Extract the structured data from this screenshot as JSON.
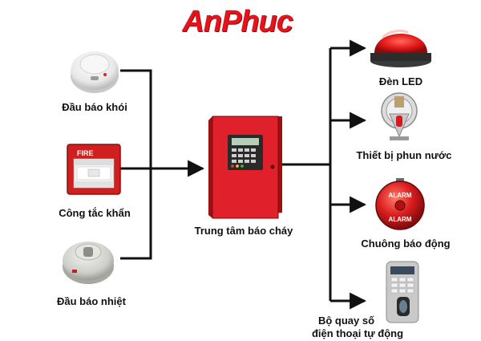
{
  "logo": {
    "text": "AnPhuc",
    "color": "#e2141c"
  },
  "inputs": [
    {
      "label": "Đầu báo khói",
      "icon": "smoke-detector-icon"
    },
    {
      "label": "Công tắc khẩn",
      "icon": "fire-alarm-call-point-icon",
      "device_text": "FIRE"
    },
    {
      "label": "Đầu báo nhiệt",
      "icon": "heat-detector-icon"
    }
  ],
  "center": {
    "label": "Trung tâm báo cháy",
    "icon": "fire-alarm-control-panel-icon"
  },
  "outputs": [
    {
      "label": "Đèn LED",
      "icon": "red-beacon-light-icon"
    },
    {
      "label": "Thiết bị phun nước",
      "icon": "sprinkler-icon"
    },
    {
      "label": "Chuông báo động",
      "icon": "alarm-bell-icon",
      "device_text": "ALARM"
    },
    {
      "label_line1": "Bộ quay số",
      "label_line2": "điện thoại tự động",
      "icon": "auto-dialer-icon"
    }
  ],
  "colors": {
    "accent": "#e2141c",
    "connector": "#111111"
  }
}
